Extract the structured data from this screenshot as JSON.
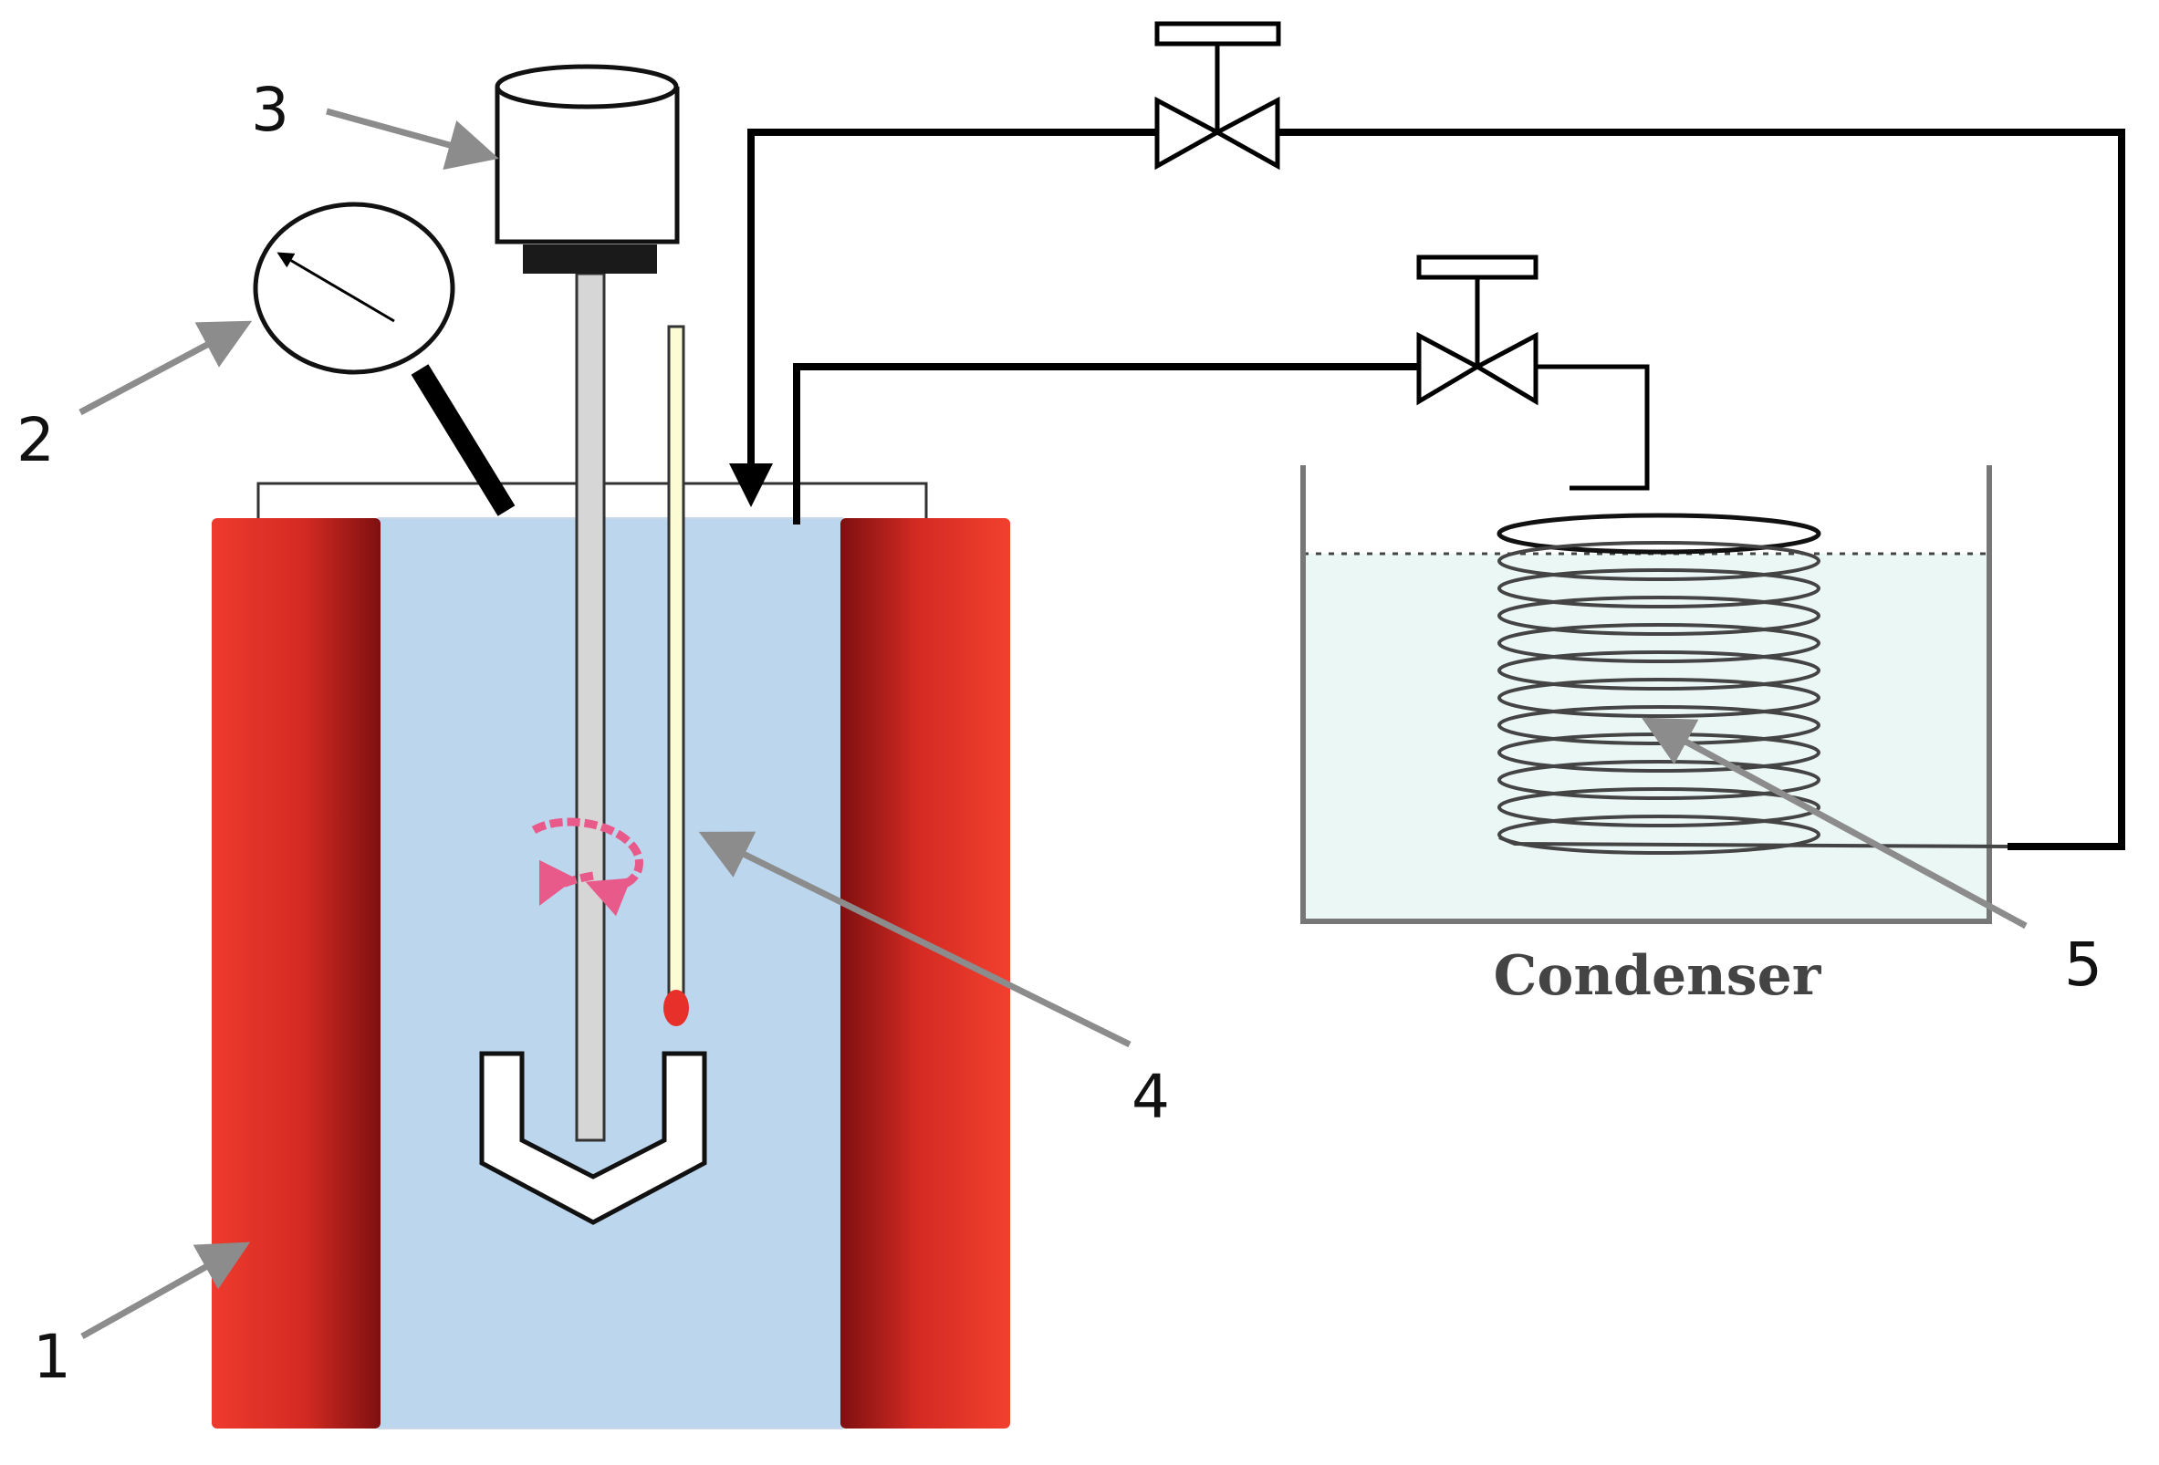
{
  "labels": {
    "heating_jacket": "1",
    "pressure_gauge": "2",
    "motor": "3",
    "thermometer": "4",
    "condenser_coil": "5"
  },
  "condenser": {
    "caption": "Condenser"
  },
  "colors": {
    "jacket_red": "#e8352b",
    "jacket_dark": "#8a1414",
    "vessel_blue": "#bcd6ee",
    "condenser_water": "#eaf7f4",
    "line": "#000000",
    "leader_arrow": "#8c8c8c",
    "stir_arrow": "#e85a8a",
    "thermo_bulb": "#e8302a",
    "thermo_tube": "#fbfbd4"
  }
}
